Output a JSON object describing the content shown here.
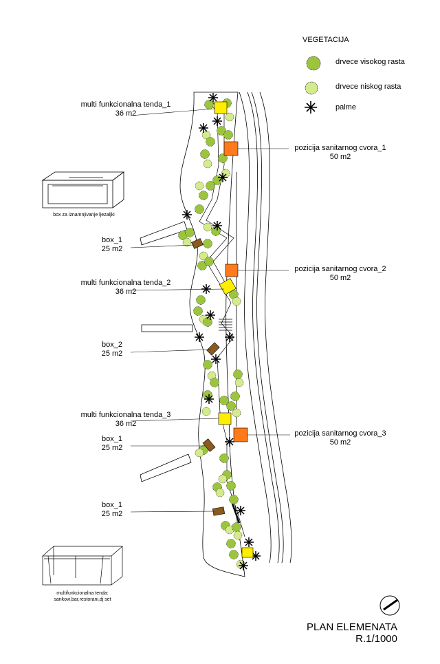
{
  "legend": {
    "title": "VEGETACIJA",
    "items": [
      {
        "label": "drvece visokog rasta",
        "icon": "tall-tree-icon",
        "color": "#9bc53d"
      },
      {
        "label": "drvece niskog rasta",
        "icon": "low-tree-icon",
        "color": "#d4ea8c"
      },
      {
        "label": "palme",
        "icon": "palm-icon",
        "color": "#000000"
      }
    ]
  },
  "left_labels": [
    {
      "name": "multi funkcionalna tenda_1",
      "area": "36 m2"
    },
    {
      "name": "box_1",
      "area": "25 m2"
    },
    {
      "name": "multi funkcionalna tenda_2",
      "area": "36 m2"
    },
    {
      "name": "box_2",
      "area": "25 m2"
    },
    {
      "name": "multi funkcionalna tenda_3",
      "area": "36 m2"
    },
    {
      "name": "box_1",
      "area": "25 m2"
    },
    {
      "name": "box_1",
      "area": "25 m2"
    }
  ],
  "right_labels": [
    {
      "name": "pozicija sanitarnog cvora_1",
      "area": "50 m2"
    },
    {
      "name": "pozicija sanitarnog cvora_2",
      "area": "50 m2"
    },
    {
      "name": "pozicija sanitarnog cvora_3",
      "area": "50 m2"
    }
  ],
  "captions": {
    "box": "box  za iznamnjivanje ljezaljki",
    "tent_line1": "multifunkcionalna tenda:",
    "tent_line2": "sankovi,bar,restorani,dj set"
  },
  "title": {
    "line1": "PLAN ELEMENATA",
    "line2": "R.1/1000"
  },
  "colors": {
    "tent": "#ffee00",
    "box": "#8b5a1e",
    "sanitary": "#ff7a1a",
    "tree_high": "#9bc53d",
    "tree_low": "#d4ea8c"
  }
}
